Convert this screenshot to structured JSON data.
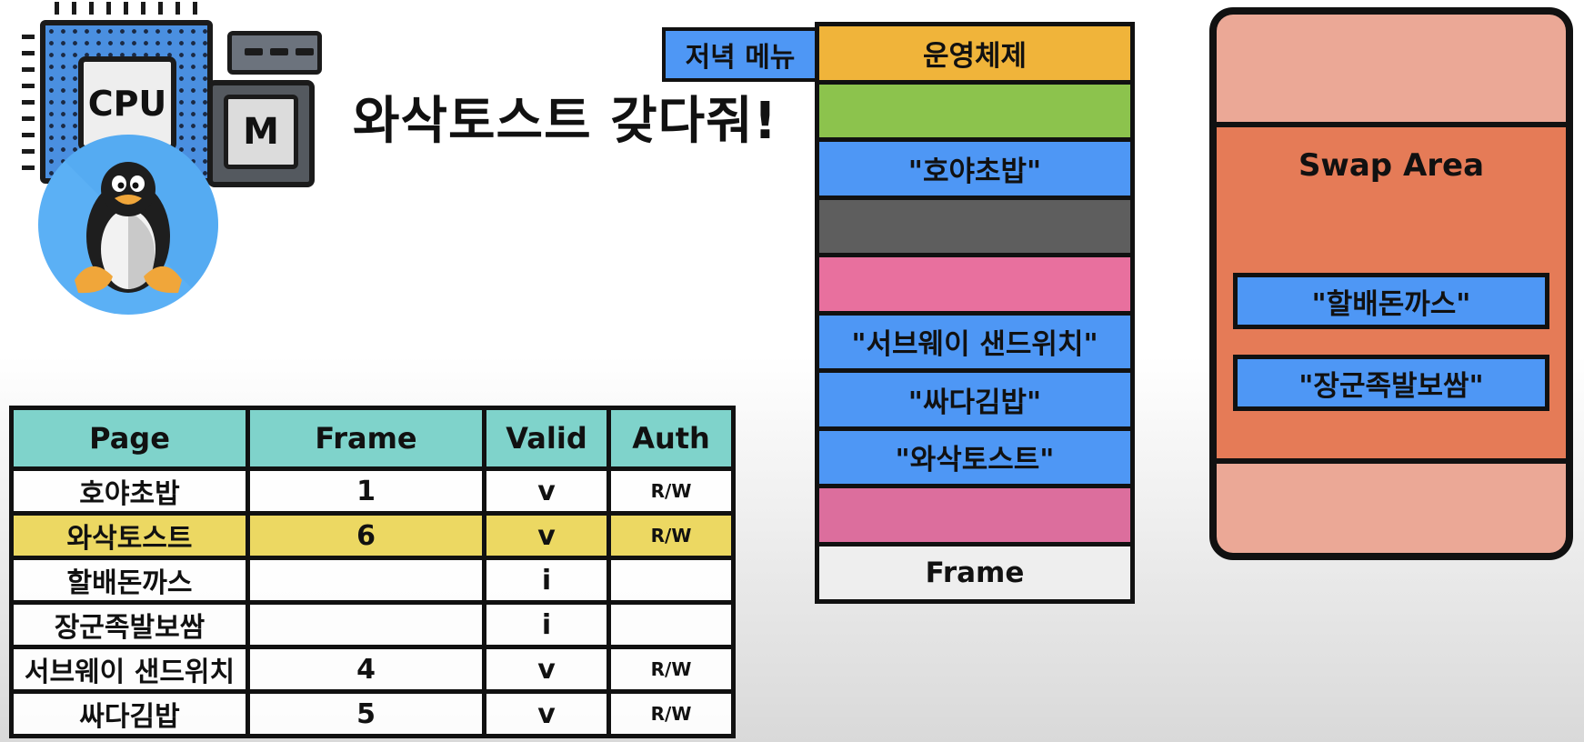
{
  "illustration": {
    "cpu_label": "CPU",
    "memory_label": "M"
  },
  "headline": "와삭토스트 갖다줘!",
  "memory": {
    "dinner_menu_label": "저녁 메뉴",
    "frames": [
      {
        "label": "운영체제",
        "color": "#f0b43a"
      },
      {
        "label": "",
        "color": "#8cc34d"
      },
      {
        "label": "\"호야초밥\"",
        "color": "#4e97f5"
      },
      {
        "label": "",
        "color": "#5e5e5e"
      },
      {
        "label": "",
        "color": "#e8709e"
      },
      {
        "label": "\"서브웨이 샌드위치\"",
        "color": "#4e97f5"
      },
      {
        "label": "\"싸다김밥\"",
        "color": "#4e97f5"
      },
      {
        "label": "\"와삭토스트\"",
        "color": "#4e97f5"
      },
      {
        "label": "",
        "color": "#dc6e9d"
      },
      {
        "label": "Frame",
        "color": "#eeeeee"
      }
    ]
  },
  "swap": {
    "label": "Swap Area",
    "pages": [
      "\"할배돈까스\"",
      "\"장군족발보쌈\""
    ]
  },
  "page_table": {
    "headers": [
      "Page",
      "Frame",
      "Valid",
      "Auth"
    ],
    "rows": [
      {
        "page": "호야초밥",
        "frame": "1",
        "valid": "v",
        "auth": "R/W",
        "highlight": false
      },
      {
        "page": "와삭토스트",
        "frame": "6",
        "valid": "v",
        "auth": "R/W",
        "highlight": true
      },
      {
        "page": "할배돈까스",
        "frame": "",
        "valid": "i",
        "auth": "",
        "highlight": false
      },
      {
        "page": "장군족발보쌈",
        "frame": "",
        "valid": "i",
        "auth": "",
        "highlight": false
      },
      {
        "page": "서브웨이 샌드위치",
        "frame": "4",
        "valid": "v",
        "auth": "R/W",
        "highlight": false
      },
      {
        "page": "싸다김밥",
        "frame": "5",
        "valid": "v",
        "auth": "R/W",
        "highlight": false
      }
    ]
  }
}
